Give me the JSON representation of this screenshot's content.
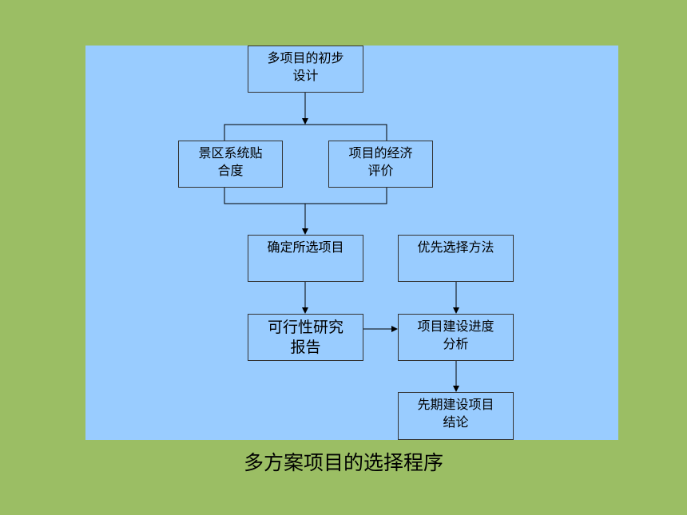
{
  "diagram": {
    "nodes": {
      "initial_design": "多项目的初步\n设计",
      "scenic_fit": "景区系统贴\n合度",
      "economic_eval": "项目的经济\n评价",
      "determine_project": "确定所选项目",
      "priority_method": "优先选择方法",
      "feasibility_report": "可行性研究\n报告",
      "schedule_analysis": "项目建设进度\n分析",
      "early_conclusion": "先期建设项目\n结论"
    },
    "caption": "多方案项目的选择程序"
  },
  "colors": {
    "background": "#9bbe64",
    "panel": "#99ccff",
    "stroke": "#333333"
  }
}
